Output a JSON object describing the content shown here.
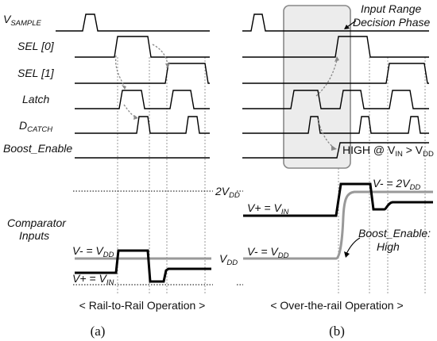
{
  "signals": {
    "vsample": "V",
    "vsample_sub": "SAMPLE",
    "sel0": "SEL [0]",
    "sel1": "SEL [1]",
    "latch": "Latch",
    "dcatch": "D",
    "dcatch_sub": "CATCH",
    "boost_enable": "Boost_Enable",
    "comparator_inputs_line1": "Comparator",
    "comparator_inputs_line2": "Inputs"
  },
  "left": {
    "vminus_label": "V- = V",
    "vminus_sub": "DD",
    "vplus_label": "V+ = V",
    "vplus_sub": "IN",
    "mode_caption": "< Rail-to-Rail Operation >",
    "panel_label": "(a)"
  },
  "right": {
    "phase_label_line1": "Input Range",
    "phase_label_line2": "Decision Phase",
    "high_label_main": "HIGH @ V",
    "high_label_sub1": "IN",
    "high_label_mid": " > V",
    "high_label_sub2": "DD",
    "axis_2vdd": "2V",
    "axis_2vdd_sub": "DD",
    "axis_vdd": "V",
    "axis_vdd_sub": "DD",
    "vminus_high_label": "V- = 2V",
    "vminus_high_sub": "DD",
    "vplus_label": "V+ = V",
    "vplus_sub": "IN",
    "vminus_low_label": "V- = V",
    "vminus_low_sub": "DD",
    "boost_note_line1": "Boost_Enable:",
    "boost_note_line2": "High",
    "mode_caption": "< Over-the-rail Operation >",
    "panel_label": "(b)"
  },
  "colors": {
    "signal": "#000000",
    "reference": "#999999",
    "phase_box": "#ececec"
  }
}
